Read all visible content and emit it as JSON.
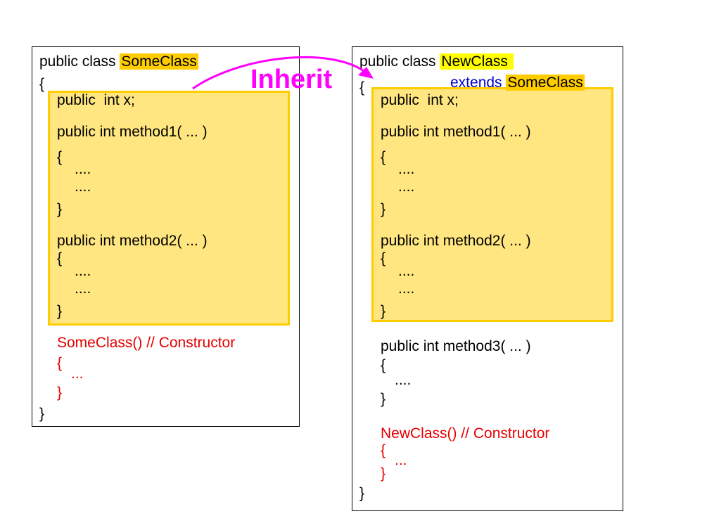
{
  "colors": {
    "inherit_arrow": "#ff00ff",
    "class_name_highlight": "#ffcc00",
    "new_class_highlight": "#ffff00",
    "inherited_fill": "#ffe680",
    "inherited_border": "#ffcc00",
    "keyword_blue": "#0000cc",
    "constructor_red": "#e60000"
  },
  "inherit_label": "Inherit",
  "left_class": {
    "decl_prefix": "public class ",
    "name": "SomeClass",
    "open_brace": "{",
    "close_brace": "}",
    "members": [
      "public  int x;",
      "public int method1( ... )",
      "{",
      "....",
      "....",
      "}",
      "public int method2( ... )",
      "{",
      "....",
      "....",
      "}"
    ],
    "constructor": [
      "SomeClass() // Constructor",
      "{",
      "...",
      "}"
    ]
  },
  "right_class": {
    "decl_prefix": "public class ",
    "name": "NewClass",
    "extends_keyword": "extends",
    "parent_name": "SomeClass",
    "open_brace": "{",
    "close_brace": "}",
    "members": [
      "public  int x;",
      "public int method1( ... )",
      "{",
      "....",
      "....",
      "}",
      "public int method2( ... )",
      "{",
      "....",
      "....",
      "}"
    ],
    "own_method": [
      "public int method3( ... )",
      "{",
      "....",
      "}"
    ],
    "constructor": [
      "NewClass() // Constructor",
      "{",
      "...",
      "}"
    ]
  }
}
